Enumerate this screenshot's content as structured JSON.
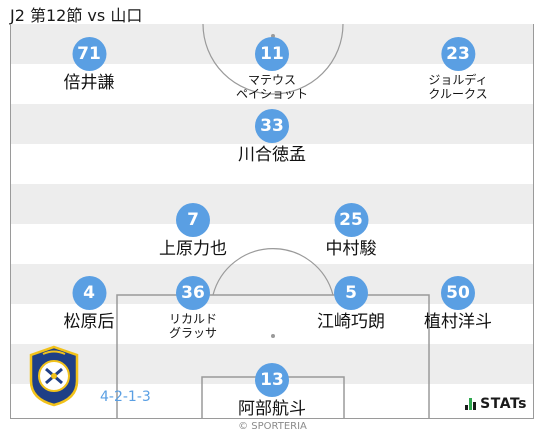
{
  "header": {
    "title": "J2 第12節 vs 山口"
  },
  "formation": "4-2-1-3",
  "players": [
    {
      "number": "71",
      "name": "倍井謙"
    },
    {
      "number": "11",
      "name": "マテウス\nペイショット"
    },
    {
      "number": "23",
      "name": "ジョルディ\nクルークス"
    },
    {
      "number": "33",
      "name": "川合徳孟"
    },
    {
      "number": "7",
      "name": "上原力也"
    },
    {
      "number": "25",
      "name": "中村駿"
    },
    {
      "number": "4",
      "name": "松原后"
    },
    {
      "number": "36",
      "name": "リカルド\nグラッサ"
    },
    {
      "number": "5",
      "name": "江崎巧朗"
    },
    {
      "number": "50",
      "name": "植村洋斗"
    },
    {
      "number": "13",
      "name": "阿部航斗"
    }
  ],
  "branding": {
    "stats_logo": "STATs",
    "copyright": "© SPORTERIA"
  },
  "colors": {
    "badge": "#5a9fe3",
    "stripe": "#ededed",
    "line": "#9a9a9a"
  }
}
